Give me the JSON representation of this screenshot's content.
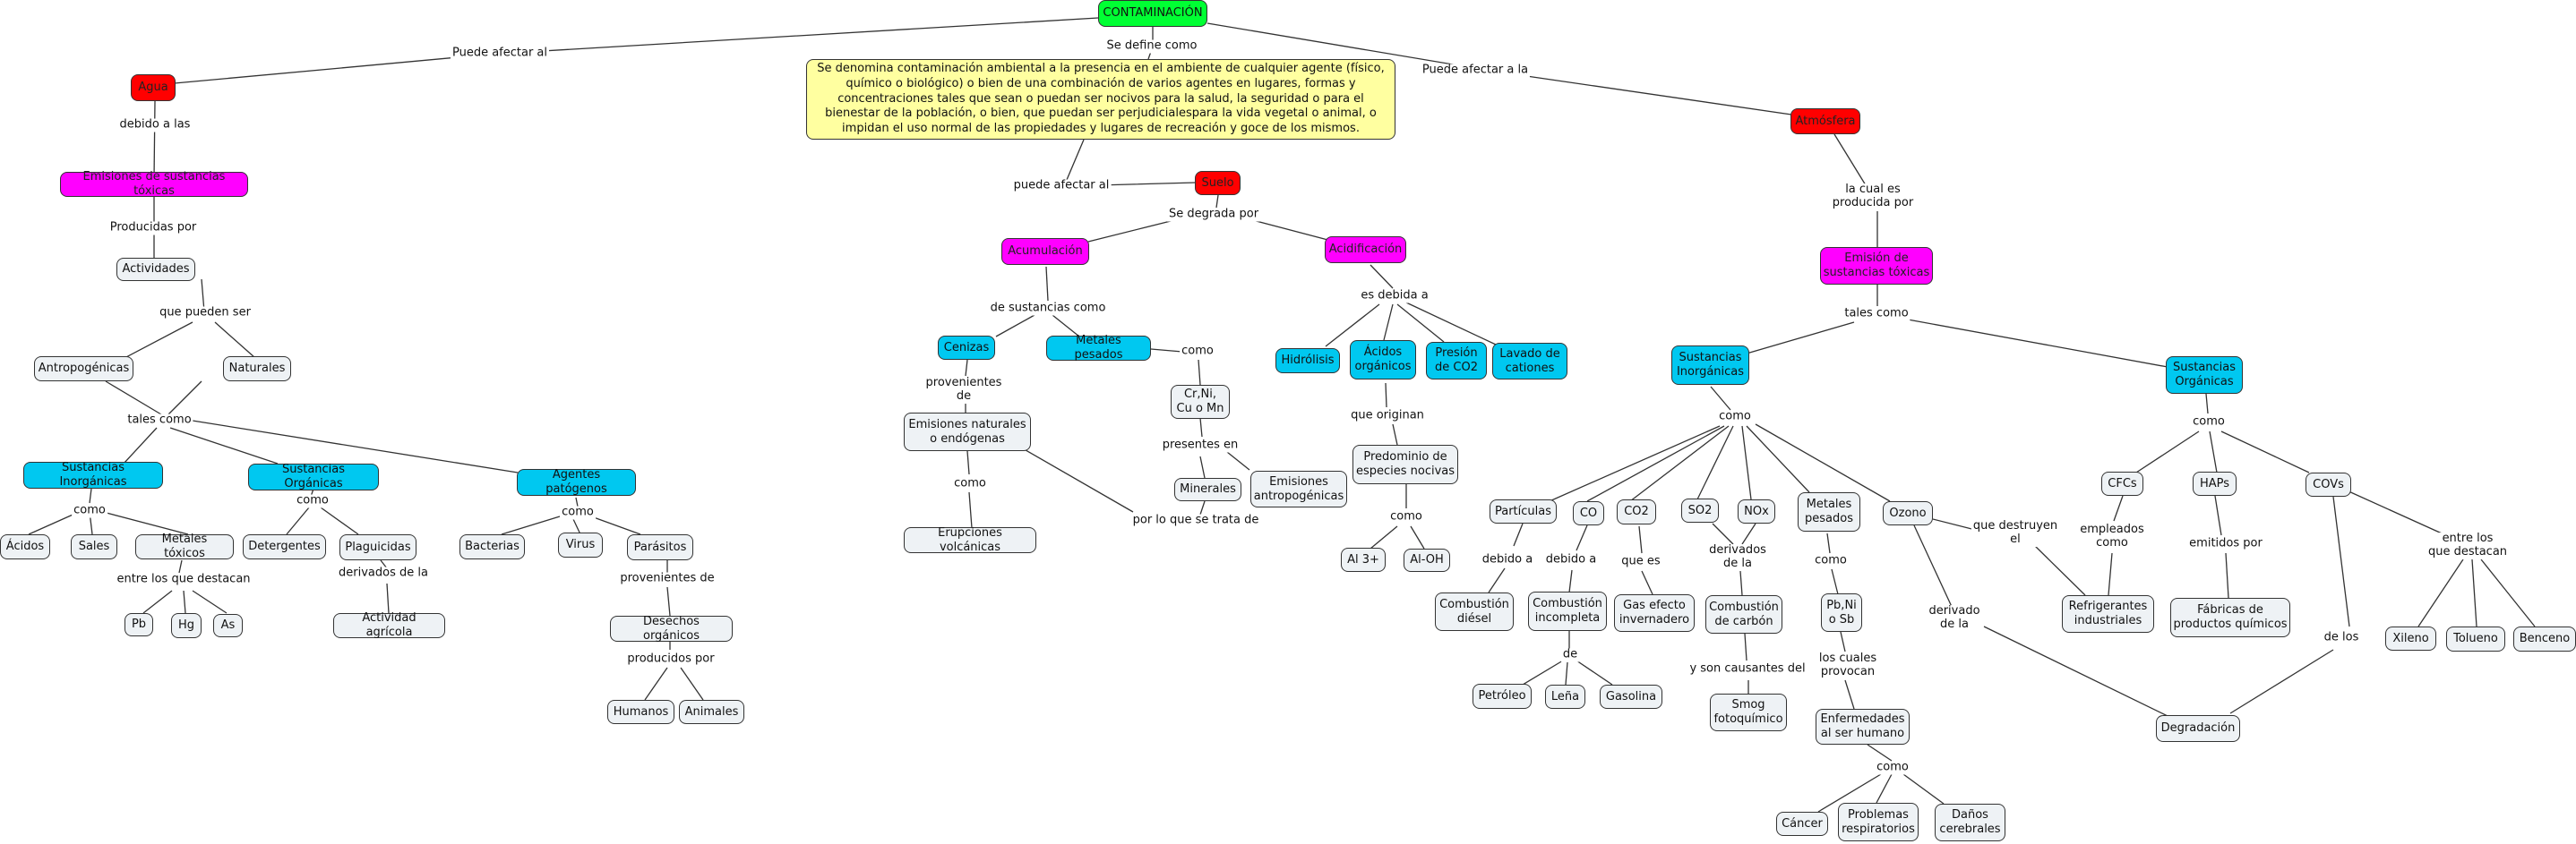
{
  "nodes": {
    "contaminacion": "CONTAMINACIÓN",
    "definicion": "Se denomina contaminación ambiental a la presencia en el ambiente de cualquier agente (físico, químico o biológico) o bien de una combinación de varios agentes en lugares, formas y concentraciones tales que sean o puedan ser nocivos para la salud, la seguridad o para el bienestar de la población, o bien, que puedan ser perjudicialespara la vida vegetal o animal, o impidan el uso normal de las propiedades y lugares de recreación y goce de los mismos.",
    "agua": "Agua",
    "emisiones_agua": "Emisiones de sustancias tóxicas",
    "actividades": "Actividades",
    "antropogenicas": "Antropogénicas",
    "naturales": "Naturales",
    "inorg_agua": "Sustancias Inorgánicas",
    "org_agua": "Sustancias Orgánicas",
    "patogenos": "Agentes patógenos",
    "acidos": "Ácidos",
    "sales": "Sales",
    "metales_toxicos": "Metales tóxicos",
    "pb": "Pb",
    "hg": "Hg",
    "as": "As",
    "detergentes": "Detergentes",
    "plaguicidas": "Plaguicidas",
    "actividad_agricola": "Actividad agrícola",
    "bacterias": "Bacterias",
    "virus": "Virus",
    "parasitos": "Parásitos",
    "desechos": "Desechos orgánicos",
    "humanos": "Humanos",
    "animales": "Animales",
    "suelo": "Suelo",
    "acumulacion": "Acumulación",
    "acidificacion": "Acidificación",
    "cenizas": "Cenizas",
    "metales_pesados_suelo": "Metales pesados",
    "emisiones_naturales": "Emisiones naturales\no endógenas",
    "erupciones": "Erupciones volcánicas",
    "cr_ni": "Cr,Ni,\nCu o Mn",
    "minerales": "Minerales",
    "emisiones_antrop": "Emisiones\nantropogénicas",
    "hidrolisis": "Hidrólisis",
    "acidos_organicos": "Ácidos\norgánicos",
    "presion_co2": "Presión\nde CO2",
    "lavado": "Lavado de\ncationes",
    "predominio": "Predominio de\nespecies nocivas",
    "al3": "Al 3+",
    "aloh": "Al-OH",
    "atmosfera": "Atmósfera",
    "emision_atm": "Emisión de\nsustancias tóxicas",
    "inorg_atm": "Sustancias\nInorgánicas",
    "org_atm": "Sustancias\nOrgánicas",
    "particulas": "Partículas",
    "co": "CO",
    "co2": "CO2",
    "so2": "SO2",
    "nox": "NOx",
    "metales_pesados_atm": "Metales\npesados",
    "ozono": "Ozono",
    "diesel": "Combustión\ndiésel",
    "incompleta": "Combustión\nincompleta",
    "gas_efecto": "Gas efecto\ninvernadero",
    "carbon": "Combustión\nde carbón",
    "pb_ni": "Pb,Ni\no Sb",
    "petroleo": "Petróleo",
    "lena": "Leña",
    "gasolina": "Gasolina",
    "smog": "Smog\nfotoquímico",
    "enfermedades": "Enfermedades\nal ser humano",
    "cancer": "Cáncer",
    "respiratorios": "Problemas\nrespiratorios",
    "cerebrales": "Daños\ncerebrales",
    "cfcs": "CFCs",
    "haps": "HAPs",
    "covs": "COVs",
    "refrigerantes": "Refrigerantes\nindustriales",
    "fabricas": "Fábricas de\nproductos químicos",
    "xileno": "Xileno",
    "tolueno": "Tolueno",
    "benceno": "Benceno",
    "degradacion": "Degradación"
  },
  "labels": {
    "puede_afectar_al": "Puede afectar al",
    "se_define_como": "Se define como",
    "puede_afectar_a_la": "Puede afectar a la",
    "debido_a_las": "debido a las",
    "producidas_por": "Producidas por",
    "que_pueden_ser": "que pueden ser",
    "tales_como_agua": "tales como",
    "como_inorg": "como",
    "entre_los_que_destacan": "entre los que destacan",
    "como_org": "como",
    "derivados_de_la": "derivados de la",
    "como_pat": "como",
    "provenientes_de_pat": "provenientes de",
    "producidos_por": "producidos por",
    "puede_afectar_al_suelo": "puede afectar al",
    "se_degrada_por": "Se degrada por",
    "de_sustancias_como": "de sustancias como",
    "provenientes_de_cen": "provenientes\nde",
    "como_emis": "como",
    "como_met": "como",
    "presentes_en": "presentes en",
    "por_lo_que_se_trata_de": "por lo que se trata de",
    "es_debida_a": "es debida a",
    "que_originan": "que originan",
    "como_pred": "como",
    "la_cual_es_producida_por": "la cual es\nproducida por",
    "tales_como_atm": "tales como",
    "como_inorg_atm": "como",
    "debido_a_part": "debido a",
    "debido_a_co": "debido a",
    "que_es": "que es",
    "derivados_de_la_so2": "derivados\nde la",
    "como_metales_atm": "como",
    "de_comb": "de",
    "y_son_causantes_del": "y son causantes del",
    "los_cuales_provocan": "los cuales\nprovocan",
    "como_enf": "como",
    "que_destruyen_el": "que destruyen\nel",
    "derivado_de_la": "derivado\nde la",
    "como_org_atm": "como",
    "empleados_como": "empleados\ncomo",
    "emitidos_por": "emitidos por",
    "entre_los_que_destacan_covs": "entre los\nque destacan",
    "de_los": "de los"
  }
}
